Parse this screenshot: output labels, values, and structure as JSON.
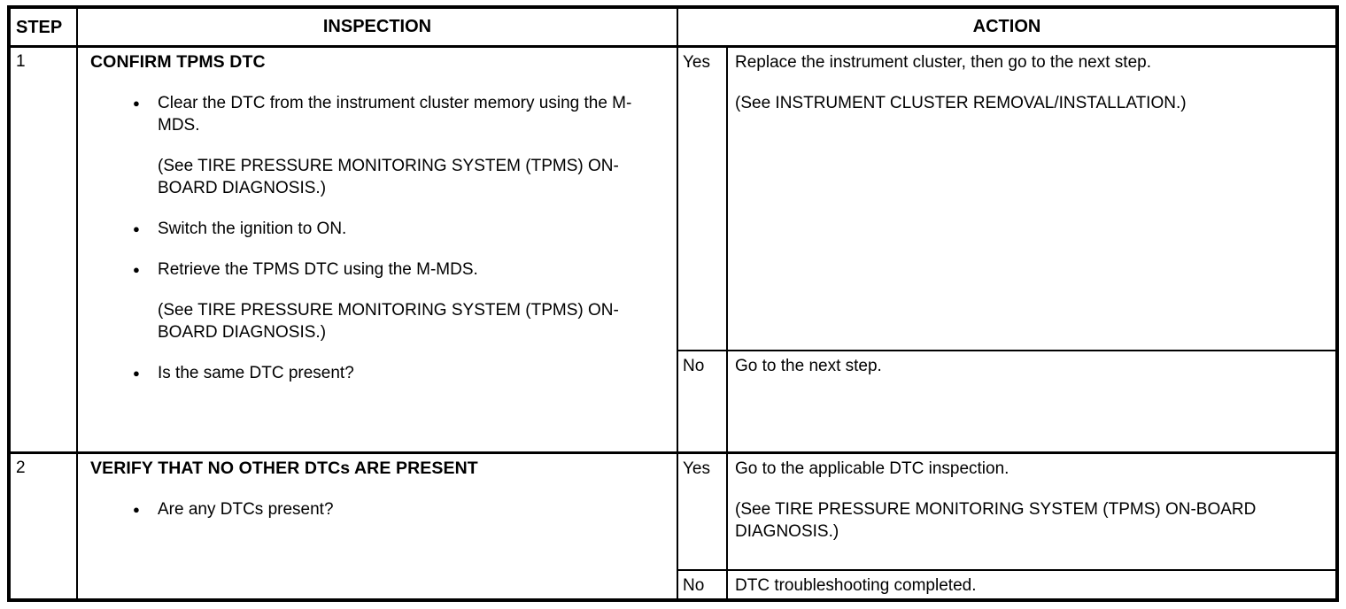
{
  "table": {
    "headers": {
      "step": "STEP",
      "inspection": "INSPECTION",
      "action": "ACTION"
    },
    "rows": [
      {
        "step": "1",
        "inspection_title": "CONFIRM TPMS DTC",
        "inspection_items": [
          {
            "type": "bullet",
            "text": "Clear the DTC from the instrument cluster memory using the M-MDS."
          },
          {
            "type": "note",
            "text": "(See TIRE PRESSURE MONITORING SYSTEM (TPMS) ON-BOARD DIAGNOSIS.)"
          },
          {
            "type": "bullet",
            "text": "Switch the ignition to ON."
          },
          {
            "type": "bullet",
            "text": "Retrieve the TPMS DTC using the M-MDS."
          },
          {
            "type": "note",
            "text": "(See TIRE PRESSURE MONITORING SYSTEM (TPMS) ON-BOARD DIAGNOSIS.)"
          },
          {
            "type": "bullet",
            "text": "Is the same DTC present?"
          }
        ],
        "answers": [
          {
            "label": "Yes",
            "paragraphs": [
              "Replace the instrument cluster, then go to the next step.",
              "(See INSTRUMENT CLUSTER REMOVAL/INSTALLATION.)"
            ]
          },
          {
            "label": "No",
            "paragraphs": [
              "Go to the next step."
            ]
          }
        ]
      },
      {
        "step": "2",
        "inspection_title": "VERIFY THAT NO OTHER DTCs ARE PRESENT",
        "inspection_items": [
          {
            "type": "bullet",
            "text": "Are any DTCs present?"
          }
        ],
        "answers": [
          {
            "label": "Yes",
            "paragraphs": [
              "Go to the applicable DTC inspection.",
              "(See TIRE PRESSURE MONITORING SYSTEM (TPMS) ON-BOARD DIAGNOSIS.)"
            ]
          },
          {
            "label": "No",
            "paragraphs": [
              "DTC troubleshooting completed."
            ]
          }
        ]
      }
    ]
  }
}
